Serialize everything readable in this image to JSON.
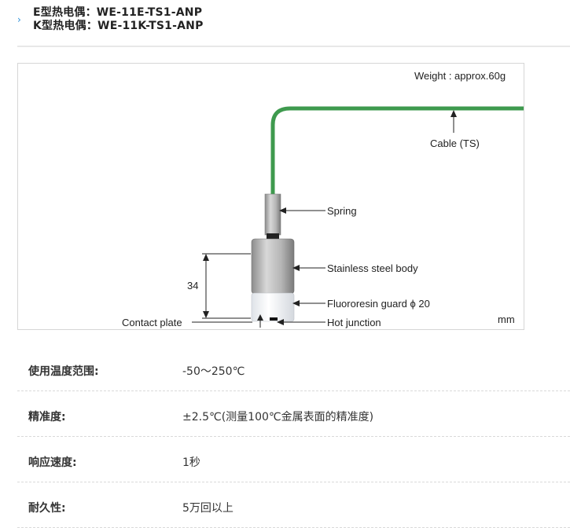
{
  "header": {
    "chevron": "›",
    "models": [
      "E型热电偶：WE-11E-TS1-ANP",
      "K型热电偶：WE-11K-TS1-ANP"
    ]
  },
  "figure": {
    "weight": "Weight : approx.60g",
    "cable": "Cable (TS)",
    "spring": "Spring",
    "body": "Stainless steel body",
    "guard": "Fluororesin guard ϕ 20",
    "hot_junction": "Hot junction",
    "contact_plate": "Contact plate",
    "dimension": "34",
    "unit": "mm",
    "colors": {
      "cable": "#3e9a4e",
      "steel": "#a6a6a6",
      "guard": "#f2f4f6"
    }
  },
  "specs": [
    {
      "label": "使用温度范围:",
      "value": "-50～250℃"
    },
    {
      "label": "精准度:",
      "value": "±2.5℃(测量100℃金属表面的精准度)"
    },
    {
      "label": "响应速度:",
      "value": "1秒"
    },
    {
      "label": "耐久性:",
      "value": "5万回以上"
    }
  ]
}
